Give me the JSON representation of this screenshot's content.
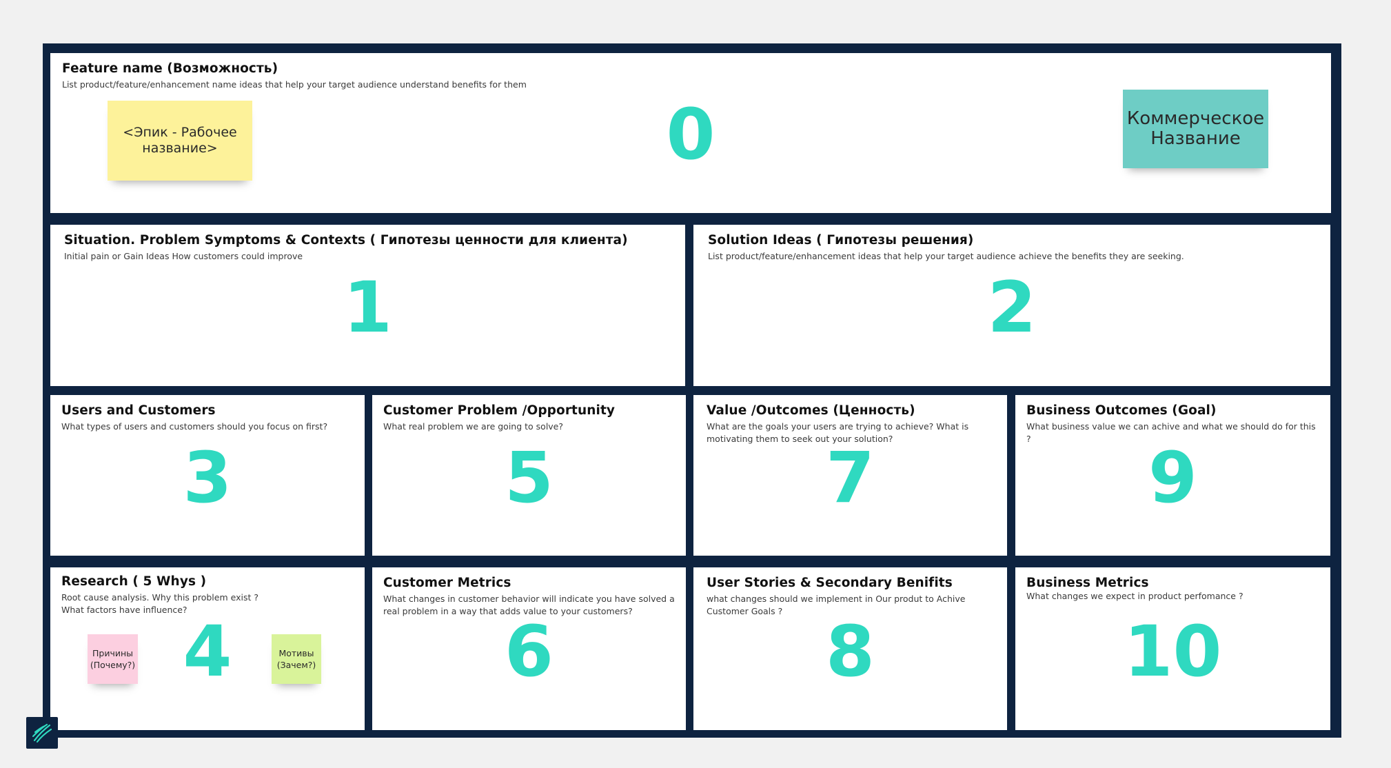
{
  "colors": {
    "frame": "#0e2340",
    "accent": "#2fd9c0",
    "background": "#f1f1f1"
  },
  "cells": {
    "c0": {
      "title": "Feature name (Возможность)",
      "subtitle": "List product/feature/enhancement name ideas that help your target audience understand benefits for them",
      "number": "0"
    },
    "c1": {
      "title": "Situation. Problem Symptoms & Contexts ( Гипотезы ценности для клиента)",
      "subtitle": "Initial pain or Gain Ideas How customers could improve",
      "number": "1"
    },
    "c2": {
      "title": "Solution Ideas ( Гипотезы решения)",
      "subtitle": "List product/feature/enhancement ideas that help your target audience achieve the benefits they are seeking.",
      "number": "2"
    },
    "c3": {
      "title": "Users and Customers",
      "subtitle": "What types of users and customers should you focus on first?",
      "number": "3"
    },
    "c5": {
      "title": "Customer Problem /Opportunity",
      "subtitle": "What real problem we are going to solve?",
      "number": "5"
    },
    "c7": {
      "title": "Value /Outcomes (Ценность)",
      "subtitle": "What are the goals your users are trying to achieve? What is motivating them to seek out your solution?",
      "number": "7"
    },
    "c9": {
      "title": "Business Outcomes (Goal)",
      "subtitle": "What business value we can achive and what we should do for this ?",
      "number": "9"
    },
    "c4": {
      "title": "Research ( 5 Whys )",
      "subtitle": "Root cause analysis. Why this problem exist ?",
      "subtitle2": "What factors have influence?",
      "number": "4"
    },
    "c6": {
      "title": "Customer Metrics",
      "subtitle": "What changes in customer behavior will indicate you have solved a real problem in a way that adds value to your customers?",
      "number": "6"
    },
    "c8": {
      "title": "User Stories & Secondary Benifits",
      "subtitle": "what changes should we implement in Our produt to Achive Customer Goals ?",
      "number": "8"
    },
    "c10": {
      "title": "Business Metrics",
      "subtitle": "What changes we expect in product perfomance ?",
      "number": "10"
    }
  },
  "stickies": {
    "epic": {
      "text": "<Эпик - Рабочее название>",
      "color": "#fdf29a"
    },
    "commercial": {
      "text": "Коммерческое Название",
      "color": "#6ecdc5"
    },
    "causes": {
      "text": "Причины (Почему?)",
      "color": "#fccfe0"
    },
    "motives": {
      "text": "Мотивы (Зачем?)",
      "color": "#d9f39a"
    }
  }
}
